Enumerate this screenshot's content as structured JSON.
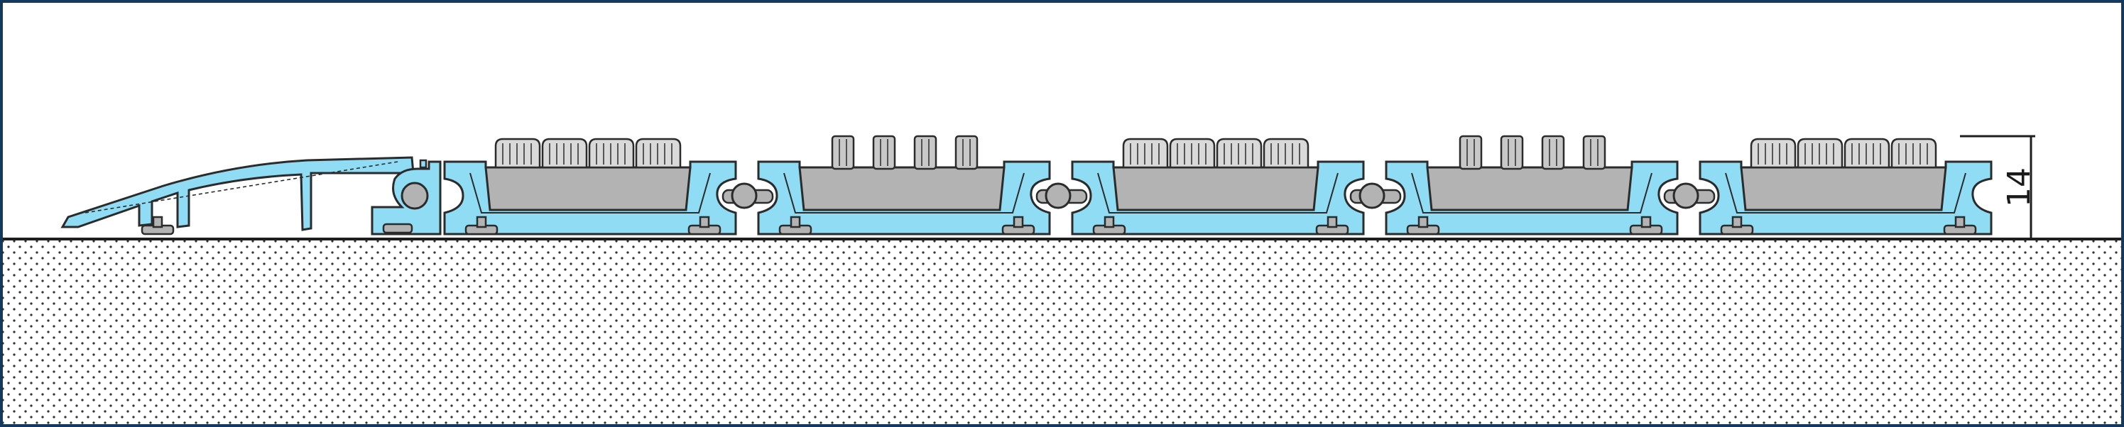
{
  "drawing": {
    "dimension_value": "14",
    "colors": {
      "border": "#13395e",
      "profile_fill": "#8fdcf4",
      "insert_fill": "#b3b3b3",
      "outline": "#2b2b2b",
      "ground_dot": "#2e2e2e"
    },
    "modules": [
      {
        "insert_style": "brush"
      },
      {
        "insert_style": "rubber"
      },
      {
        "insert_style": "brush"
      },
      {
        "insert_style": "rubber"
      },
      {
        "insert_style": "brush"
      }
    ]
  }
}
